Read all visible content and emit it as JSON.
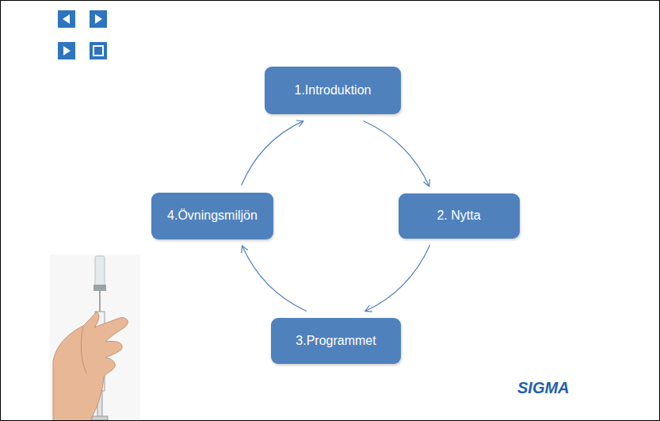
{
  "diagram": {
    "nodes": [
      {
        "text": [
          "1.Introduktion"
        ]
      },
      {
        "text": [
          "2. Nytta"
        ]
      },
      {
        "text": [
          "3.Programmet"
        ]
      },
      {
        "text": [
          "4.Övningsmiljön"
        ]
      }
    ],
    "edges": [
      {
        "from": 0,
        "to": 1,
        "arrow": "to"
      },
      {
        "from": 1,
        "to": 2,
        "arrow": "to"
      },
      {
        "from": 2,
        "to": 3,
        "arrow": "to"
      },
      {
        "from": 3,
        "to": 0,
        "arrow": "to"
      }
    ],
    "labels": [
      "SIGMA"
    ]
  }
}
